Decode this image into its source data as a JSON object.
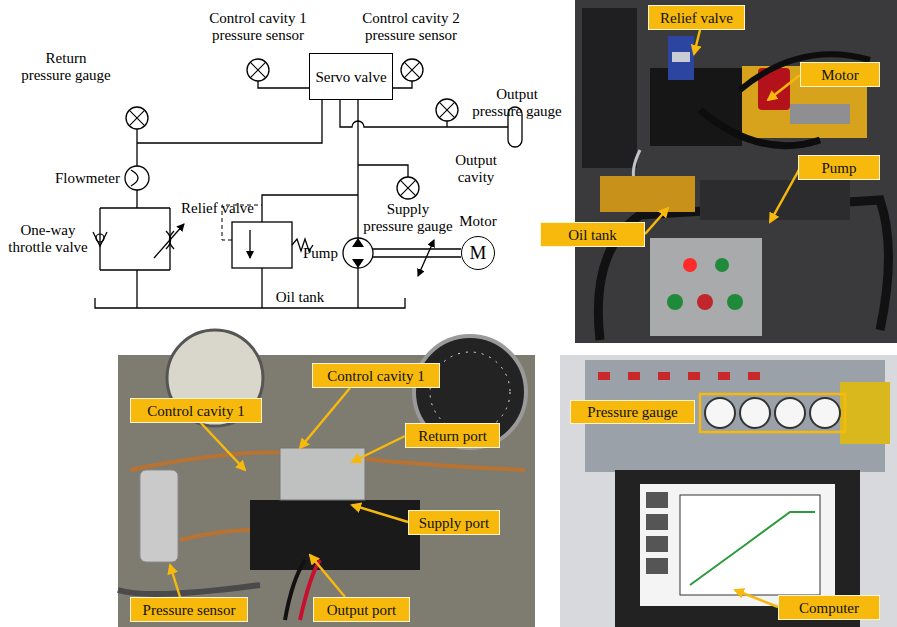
{
  "diagram": {
    "nodes": [
      {
        "text": [
          "Servo valve"
        ]
      },
      {
        "text": [
          "M"
        ]
      },
      {
        "text": [
          "Relief valve"
        ]
      },
      {
        "text": [
          "Motor"
        ]
      },
      {
        "text": [
          "Pump"
        ]
      },
      {
        "text": [
          "Oil tank"
        ]
      },
      {
        "text": [
          "Control cavity 1"
        ]
      },
      {
        "text": [
          "Control cavity 1"
        ]
      },
      {
        "text": [
          "Return port"
        ]
      },
      {
        "text": [
          "Supply port"
        ]
      },
      {
        "text": [
          "Pressure sensor"
        ]
      },
      {
        "text": [
          "Output port"
        ]
      },
      {
        "text": [
          "Pressure gauge"
        ]
      },
      {
        "text": [
          "Computer"
        ]
      }
    ],
    "labels": [
      "Control cavity 1 pressure sensor",
      "Control cavity 2 pressure sensor",
      "Return pressure gauge",
      "Flowmeter",
      "One-way throttle valve",
      "Relief valve",
      "Pump",
      "Supply pressure gauge",
      "Output pressure gauge",
      "Output cavity",
      "Motor",
      "Oil tank"
    ]
  }
}
